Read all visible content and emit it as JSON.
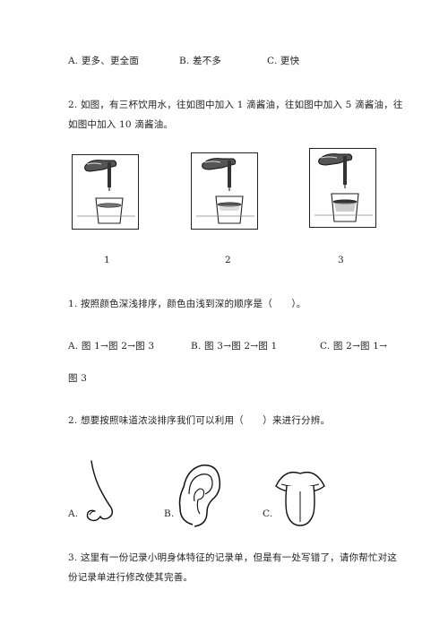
{
  "q_prev_options": [
    "A. 更多、更全面",
    "B. 差不多",
    "C. 更快"
  ],
  "q2": {
    "text_line1": "2. 如图，有三杯饮用水，往如图中加入 1 滴酱油，往如图中加入 5 滴酱油，往",
    "text_line2": "如图中加入 10 滴酱油。",
    "figure_labels": [
      "1",
      "2",
      "3"
    ]
  },
  "sub1": {
    "question": "1. 按照颜色深浅排序，颜色由浅到深的顺序是（　　）。",
    "options": [
      "A. 图 1→图 2→图 3",
      "B. 图 3→图 2→图 1",
      "C. 图 2→图 1→"
    ],
    "option_c_wrap": "图 3"
  },
  "sub2": {
    "question": "2. 想要按照味道浓淡排序我们可以利用（　　）来进行分辨。",
    "options": [
      "A.",
      "B.",
      "C."
    ]
  },
  "sub3": {
    "text_line1": "3. 这里有一份记录小明身体特征的记录单，但是有一处写错了，请你帮忙对这",
    "text_line2": "份记录单进行修改使其完善。"
  }
}
